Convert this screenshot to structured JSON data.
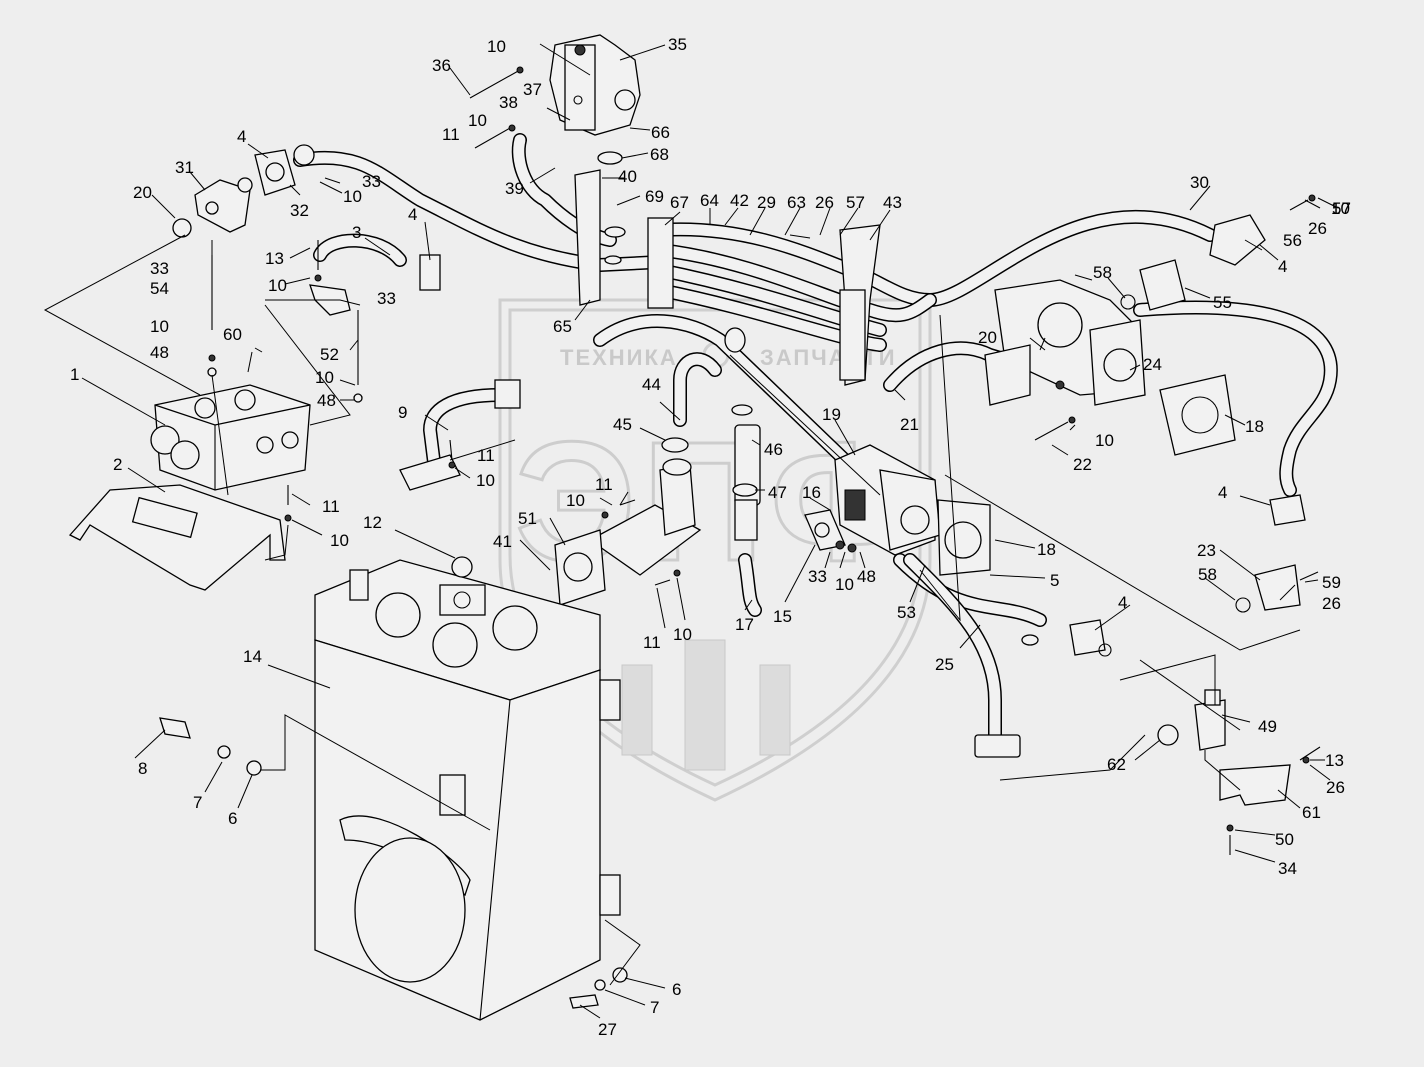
{
  "watermark": {
    "left_word": "ТЕХНИКА",
    "right_word": "ЗАПЧАСТИ",
    "big_letters": "ЭПФ"
  },
  "callouts": {
    "c1": "1",
    "c2": "2",
    "c3": "3",
    "c4a": "4",
    "c4b": "4",
    "c4c": "4",
    "c4d": "4",
    "c4e": "4",
    "c5": "5",
    "c6a": "6",
    "c6b": "6",
    "c7a": "7",
    "c7b": "7",
    "c8": "8",
    "c9": "9",
    "c10a": "10",
    "c10b": "10",
    "c10c": "10",
    "c10d": "10",
    "c10e": "10",
    "c10f": "10",
    "c10g": "10",
    "c10h": "10",
    "c10i": "10",
    "c10j": "10",
    "c10k": "10",
    "c10l": "10",
    "c10m": "10",
    "c11a": "11",
    "c11b": "11",
    "c11c": "11",
    "c11d": "11",
    "c11e": "11",
    "c12": "12",
    "c13a": "13",
    "c13b": "13",
    "c14": "14",
    "c15": "15",
    "c16": "16",
    "c17": "17",
    "c18a": "18",
    "c18b": "18",
    "c19": "19",
    "c20a": "20",
    "c20b": "20",
    "c21": "21",
    "c22": "22",
    "c23": "23",
    "c24": "24",
    "c25": "25",
    "c26a": "26",
    "c26b": "26",
    "c26c": "26",
    "c26d": "26",
    "c27": "27",
    "c29": "29",
    "c30": "30",
    "c31": "31",
    "c32": "32",
    "c33a": "33",
    "c33b": "33",
    "c33c": "33",
    "c33d": "33",
    "c34": "34",
    "c35": "35",
    "c36": "36",
    "c37": "37",
    "c38": "38",
    "c39": "39",
    "c40": "40",
    "c41": "41",
    "c42": "42",
    "c43": "43",
    "c44": "44",
    "c45": "45",
    "c46": "46",
    "c47": "47",
    "c48a": "48",
    "c48b": "48",
    "c48c": "48",
    "c49": "49",
    "c50": "50",
    "c51": "51",
    "c52": "52",
    "c53": "53",
    "c54": "54",
    "c55": "55",
    "c56": "56",
    "c57a": "57",
    "c57b": "57",
    "c58a": "58",
    "c58b": "58",
    "c59": "59",
    "c60": "60",
    "c61": "61",
    "c62": "62",
    "c63": "63",
    "c64": "64",
    "c65": "65",
    "c66": "66",
    "c67": "67",
    "c68": "68",
    "c69": "69"
  },
  "colors": {
    "background": "#eeeeee",
    "line": "#000000",
    "part_fill": "#f2f2f2",
    "watermark": "#cfcfcf"
  }
}
